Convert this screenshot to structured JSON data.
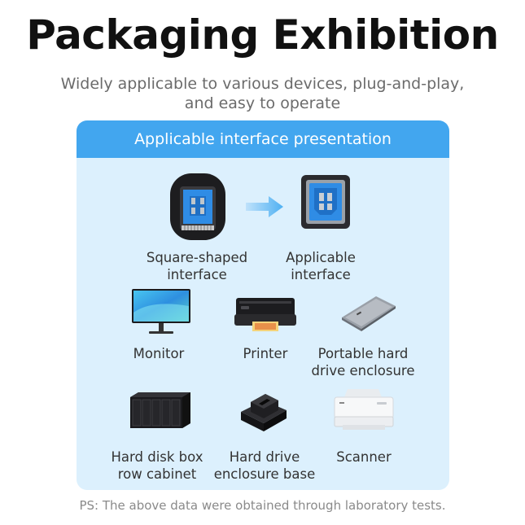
{
  "title": "Packaging Exhibition",
  "subtitle": "Widely applicable to various devices, plug-and-play,\nand easy to operate",
  "panel": {
    "header": "Applicable interface presentation",
    "interfaces": [
      {
        "label": "Square-shaped\ninterface",
        "icon": "usb-b-plug-icon"
      },
      {
        "label": "Applicable\ninterface",
        "icon": "usb-b-port-icon"
      }
    ],
    "devices": [
      {
        "label": "Monitor",
        "icon": "monitor-icon"
      },
      {
        "label": "Printer",
        "icon": "printer-icon"
      },
      {
        "label": "Portable hard\ndrive enclosure",
        "icon": "hard-drive-enclosure-icon"
      },
      {
        "label": "Hard disk box\nrow cabinet",
        "icon": "nas-cabinet-icon"
      },
      {
        "label": "Hard drive\nenclosure base",
        "icon": "docking-station-icon"
      },
      {
        "label": "Scanner",
        "icon": "scanner-icon"
      }
    ]
  },
  "footnote": "PS: The above data were obtained through laboratory tests.",
  "colors": {
    "header": "#42a6ef",
    "panel": "#dcf0fd",
    "accent_blue": "#2a8de0"
  }
}
